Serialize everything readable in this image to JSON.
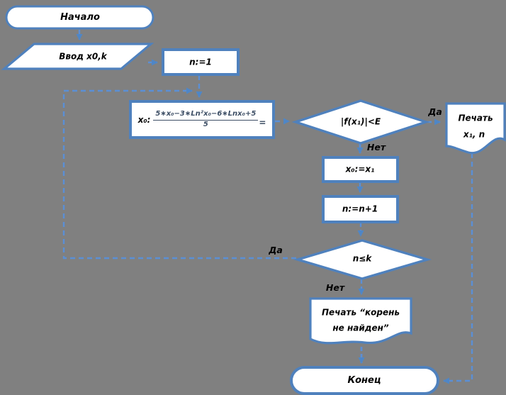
{
  "colors": {
    "background": "#808080",
    "shape_fill": "#ffffff",
    "shape_border": "#4f81bd",
    "connector": "#5b8fd5",
    "arrowhead": "#4f86c6",
    "text": "#000000",
    "formula_text": "#3e4f66"
  },
  "nodes": {
    "start": {
      "label": "Начало"
    },
    "input": {
      "label": "Ввод x0,k"
    },
    "init": {
      "label": "n:=1"
    },
    "formula": {
      "prefix": "x₀:",
      "numerator": "5∗x₀−3∗Ln²x₀−6∗Lnx₀+5",
      "denominator": "5",
      "suffix": "="
    },
    "decision1": {
      "label": "|f(x₁)|<E"
    },
    "print_result": {
      "line1": "Печать",
      "line2": "x₁, n"
    },
    "assign": {
      "label": "x₀:=x₁"
    },
    "increment": {
      "label": "n:=n+1"
    },
    "decision2": {
      "label": "n≤k"
    },
    "print_fail": {
      "line1": "Печать “корень",
      "line2": "не найден”"
    },
    "end": {
      "label": "Конец"
    }
  },
  "edge_labels": {
    "d1_yes": "Да",
    "d1_no": "Нет",
    "d2_yes": "Да",
    "d2_no": "Нет"
  }
}
